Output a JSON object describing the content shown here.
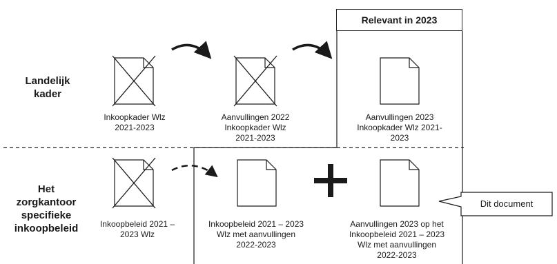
{
  "header": {
    "title": "Relevant in 2023"
  },
  "rows": [
    {
      "label": "Landelijk\nkader"
    },
    {
      "label": "Het\nzorgkantoor\nspecifieke\ninkoopbeleid"
    }
  ],
  "documents": [
    {
      "caption": "Inkoopkader Wlz\n2021-2023",
      "crossed": true
    },
    {
      "caption": "Aanvullingen 2022\nInkoopkader Wlz\n2021-2023",
      "crossed": true
    },
    {
      "caption": "Aanvullingen 2023\nInkoopkader Wlz 2021-\n2023",
      "crossed": false
    },
    {
      "caption": "Inkoopbeleid 2021 –\n2023 Wlz",
      "crossed": true
    },
    {
      "caption": "Inkoopbeleid 2021 – 2023\nWlz met aanvullingen\n2022-2023",
      "crossed": false
    },
    {
      "caption": "Aanvullingen 2023 op het\nInkoopbeleid 2021 – 2023\nWlz met aanvullingen\n2022-2023",
      "crossed": false
    }
  ],
  "operator": {
    "symbol": "plus"
  },
  "callout": {
    "text": "Dit document"
  },
  "colors": {
    "stroke": "#1a1a1a",
    "background": "#ffffff"
  }
}
